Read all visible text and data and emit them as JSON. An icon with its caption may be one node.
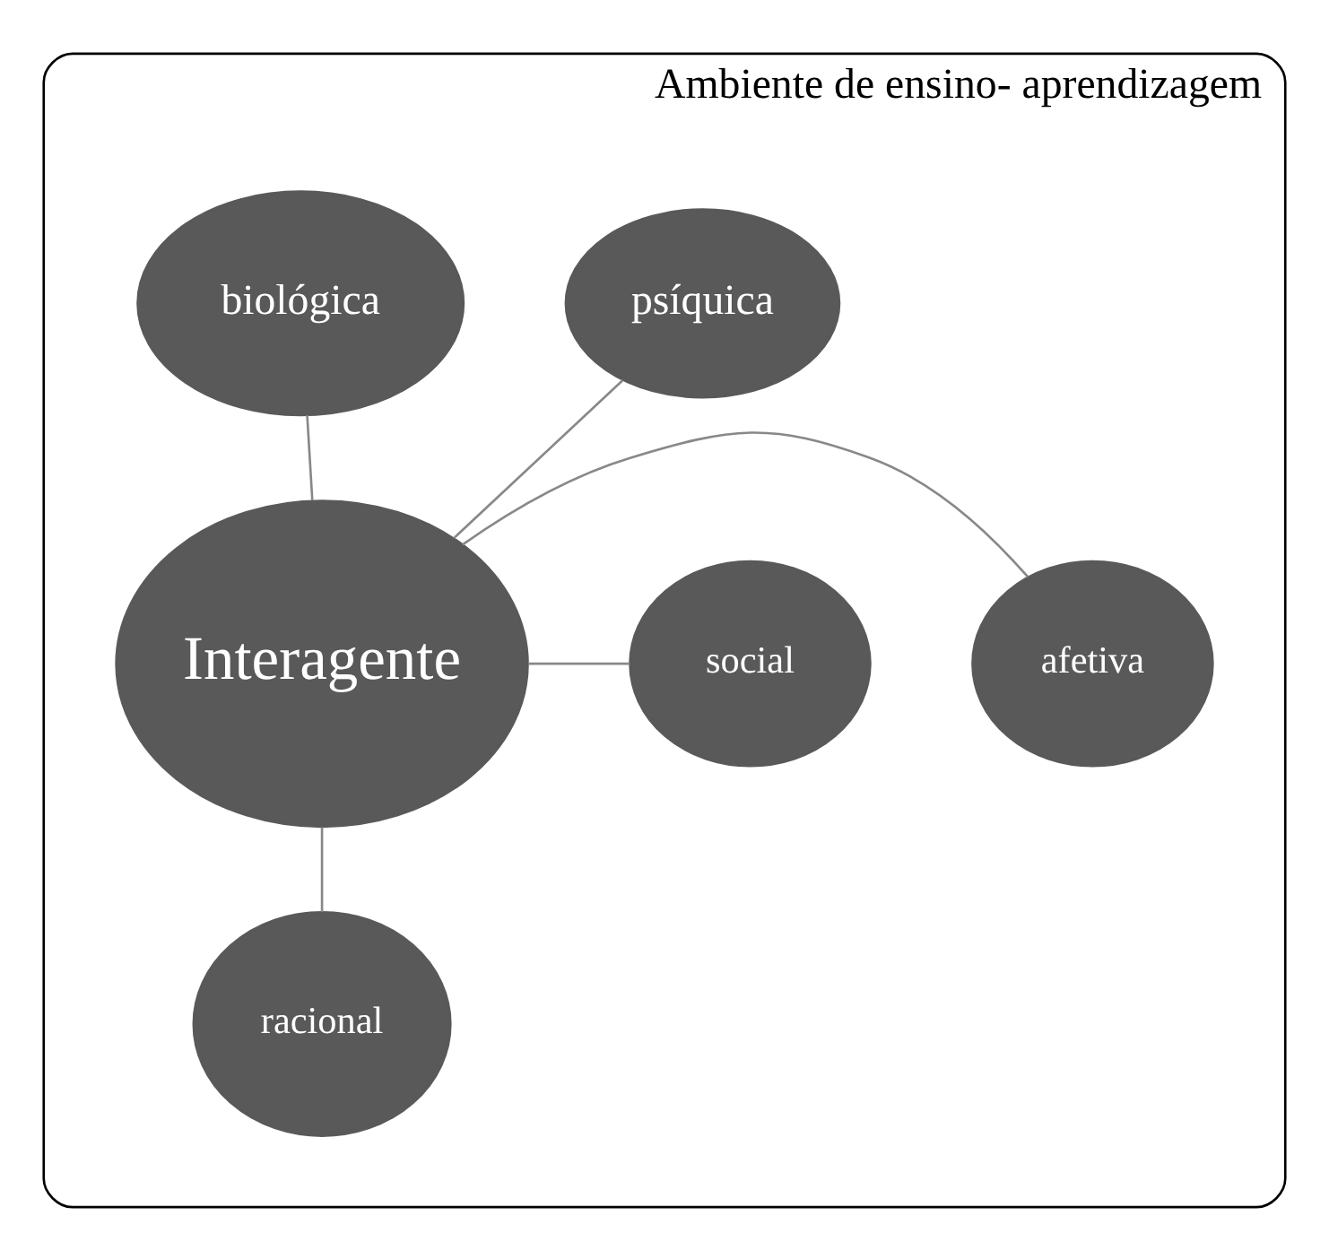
{
  "diagram": {
    "nodes": [
      {
        "text": [
          "Ambiente de ensino- aprendizagem"
        ]
      },
      {
        "text": [
          "psíquica"
        ],
        "in": 0
      },
      {
        "text": [
          "biológica"
        ],
        "in": 0
      },
      {
        "text": [
          "Interagente"
        ],
        "in": 0
      },
      {
        "text": [
          "afetiva"
        ],
        "in": 0
      },
      {
        "text": [
          "social"
        ],
        "in": 0
      },
      {
        "text": [
          "racional"
        ],
        "in": 0
      }
    ],
    "edges": [
      {
        "from": 3,
        "to": 1,
        "arrow": "none"
      },
      {
        "from": 3,
        "to": 2,
        "arrow": "none"
      },
      {
        "from": 3,
        "to": 4,
        "arrow": "none"
      },
      {
        "from": 3,
        "to": 5,
        "arrow": "none"
      },
      {
        "from": 3,
        "to": 6,
        "arrow": "none"
      }
    ]
  }
}
